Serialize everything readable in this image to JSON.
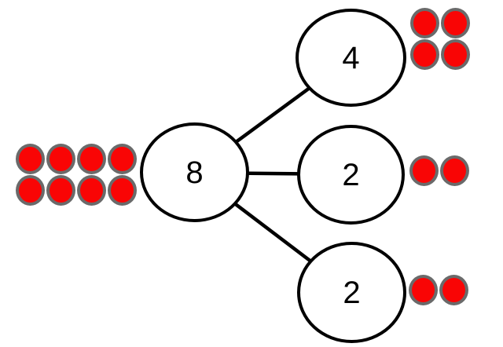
{
  "diagram": {
    "kind": "number-bond",
    "whole": {
      "value": "8",
      "counters": {
        "count": 8,
        "rows": 2,
        "cols": 4
      }
    },
    "parts": [
      {
        "value": "4",
        "counters": {
          "count": 4,
          "rows": 2,
          "cols": 2
        }
      },
      {
        "value": "2",
        "counters": {
          "count": 2,
          "rows": 1,
          "cols": 2
        }
      },
      {
        "value": "2",
        "counters": {
          "count": 2,
          "rows": 1,
          "cols": 2
        }
      }
    ],
    "colors": {
      "counter_fill": "#f90505",
      "counter_border": "#6a6a6a",
      "line": "#000000",
      "circle_fill": "#ffffff",
      "background": "#ffffff",
      "number_color": "#000000"
    }
  }
}
